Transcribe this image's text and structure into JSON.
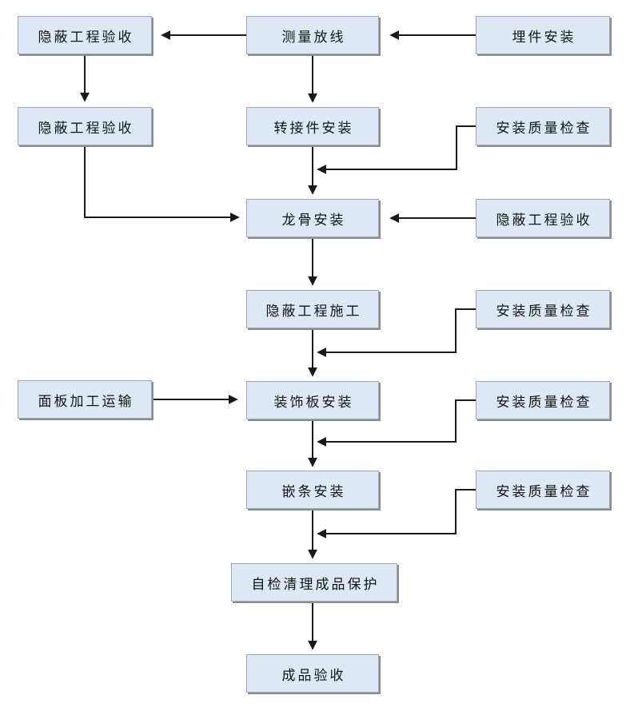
{
  "diagram": {
    "type": "flowchart",
    "background": "#ffffff",
    "connector_style": "right-angle-arrows"
  },
  "colors": {
    "node_fill": "#dde8f4",
    "node_border": "#a2a7ad",
    "node_shadow": "#878d96",
    "line": "#1a1a1a",
    "text": "#141414"
  },
  "nodes": {
    "hidden_acceptance_top": {
      "label": "隐蔽工程验收"
    },
    "survey_layout": {
      "label": "测量放线"
    },
    "embedded_parts_install": {
      "label": "埋件安装"
    },
    "hidden_acceptance_left": {
      "label": "隐蔽工程验收"
    },
    "adapter_install": {
      "label": "转接件安装"
    },
    "qc_check_1": {
      "label": "安装质量检查"
    },
    "keel_install": {
      "label": "龙骨安装"
    },
    "hidden_acceptance_right": {
      "label": "隐蔽工程验收"
    },
    "hidden_work_construction": {
      "label": "隐蔽工程施工"
    },
    "qc_check_2": {
      "label": "安装质量检查"
    },
    "panel_processing_transport": {
      "label": "面板加工运输"
    },
    "decorative_panel_install": {
      "label": "装饰板安装"
    },
    "qc_check_3": {
      "label": "安装质量检查"
    },
    "inlay_strip_install": {
      "label": "嵌条安装"
    },
    "qc_check_4": {
      "label": "安装质量检查"
    },
    "self_check_cleanup_protection": {
      "label": "自检清理成品保护"
    },
    "finished_product_acceptance": {
      "label": "成品验收"
    }
  },
  "edges": [
    {
      "from": "embedded_parts_install",
      "to": "survey_layout"
    },
    {
      "from": "survey_layout",
      "to": "hidden_acceptance_top"
    },
    {
      "from": "hidden_acceptance_top",
      "to": "hidden_acceptance_left"
    },
    {
      "from": "survey_layout",
      "to": "adapter_install"
    },
    {
      "from": "adapter_install",
      "to": "keel_install"
    },
    {
      "from": "qc_check_1",
      "joins": "adapter_install->keel_install"
    },
    {
      "from": "hidden_acceptance_left",
      "to": "keel_install"
    },
    {
      "from": "hidden_acceptance_right",
      "to": "keel_install"
    },
    {
      "from": "keel_install",
      "to": "hidden_work_construction"
    },
    {
      "from": "hidden_work_construction",
      "to": "decorative_panel_install"
    },
    {
      "from": "qc_check_2",
      "joins": "hidden_work_construction->decorative_panel_install"
    },
    {
      "from": "panel_processing_transport",
      "to": "decorative_panel_install"
    },
    {
      "from": "decorative_panel_install",
      "to": "inlay_strip_install"
    },
    {
      "from": "qc_check_3",
      "joins": "decorative_panel_install->inlay_strip_install"
    },
    {
      "from": "inlay_strip_install",
      "to": "self_check_cleanup_protection"
    },
    {
      "from": "qc_check_4",
      "joins": "inlay_strip_install->self_check_cleanup_protection"
    },
    {
      "from": "self_check_cleanup_protection",
      "to": "finished_product_acceptance"
    }
  ]
}
